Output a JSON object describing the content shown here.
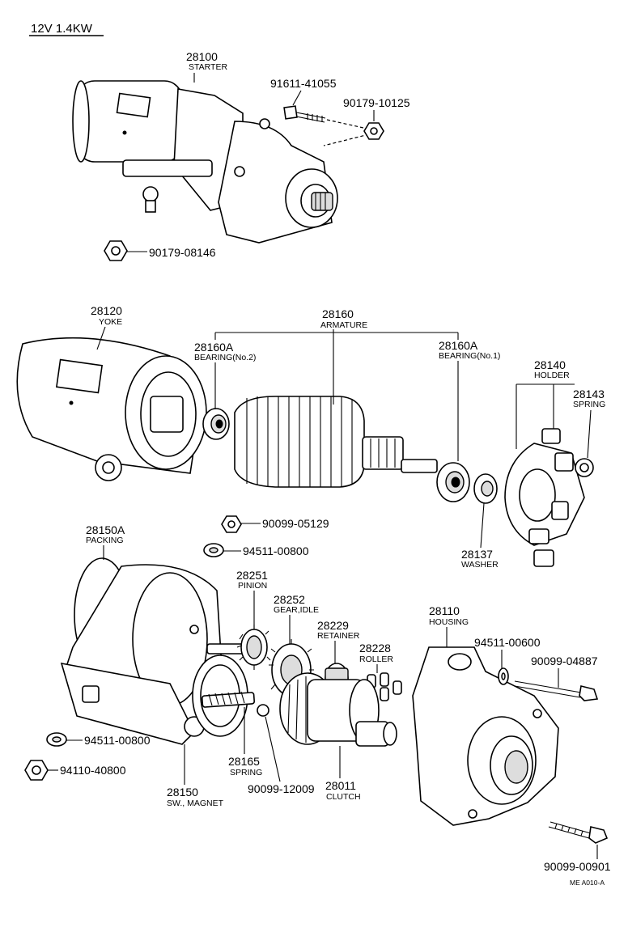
{
  "header": {
    "title": "12V  1.4KW"
  },
  "footer": {
    "figure_code": "ME A010-A"
  },
  "parts": {
    "p28100": {
      "number": "28100",
      "name": "STARTER"
    },
    "p91611": {
      "number": "91611-41055"
    },
    "p90179a": {
      "number": "90179-10125"
    },
    "p90179b": {
      "number": "90179-08146"
    },
    "p28120": {
      "number": "28120",
      "name": "YOKE"
    },
    "p28160": {
      "number": "28160",
      "name": "ARMATURE"
    },
    "p28160a2": {
      "number": "28160A",
      "name": "BEARING(No.2)"
    },
    "p28160a1": {
      "number": "28160A",
      "name": "BEARING(No.1)"
    },
    "p28140": {
      "number": "28140",
      "name": "HOLDER"
    },
    "p28143": {
      "number": "28143",
      "name": "SPRING"
    },
    "p90099a": {
      "number": "90099-05129"
    },
    "p94511a": {
      "number": "94511-00800"
    },
    "p28137": {
      "number": "28137",
      "name": "WASHER"
    },
    "p28150a": {
      "number": "28150A",
      "name": "PACKING"
    },
    "p28251": {
      "number": "28251",
      "name": "PINION"
    },
    "p28252": {
      "number": "28252",
      "name": "GEAR,IDLE"
    },
    "p28229": {
      "number": "28229",
      "name": "RETAINER"
    },
    "p28228": {
      "number": "28228",
      "name": "ROLLER"
    },
    "p28110": {
      "number": "28110",
      "name": "HOUSING"
    },
    "p94511b": {
      "number": "94511-00600"
    },
    "p90099b": {
      "number": "90099-04887"
    },
    "p94511c": {
      "number": "94511-00800"
    },
    "p94110": {
      "number": "94110-40800"
    },
    "p28165": {
      "number": "28165",
      "name": "SPRING"
    },
    "p90099c": {
      "number": "90099-12009"
    },
    "p28011": {
      "number": "28011",
      "name": "CLUTCH"
    },
    "p28150": {
      "number": "28150",
      "name": "SW., MAGNET"
    },
    "p90099d": {
      "number": "90099-00901"
    }
  }
}
